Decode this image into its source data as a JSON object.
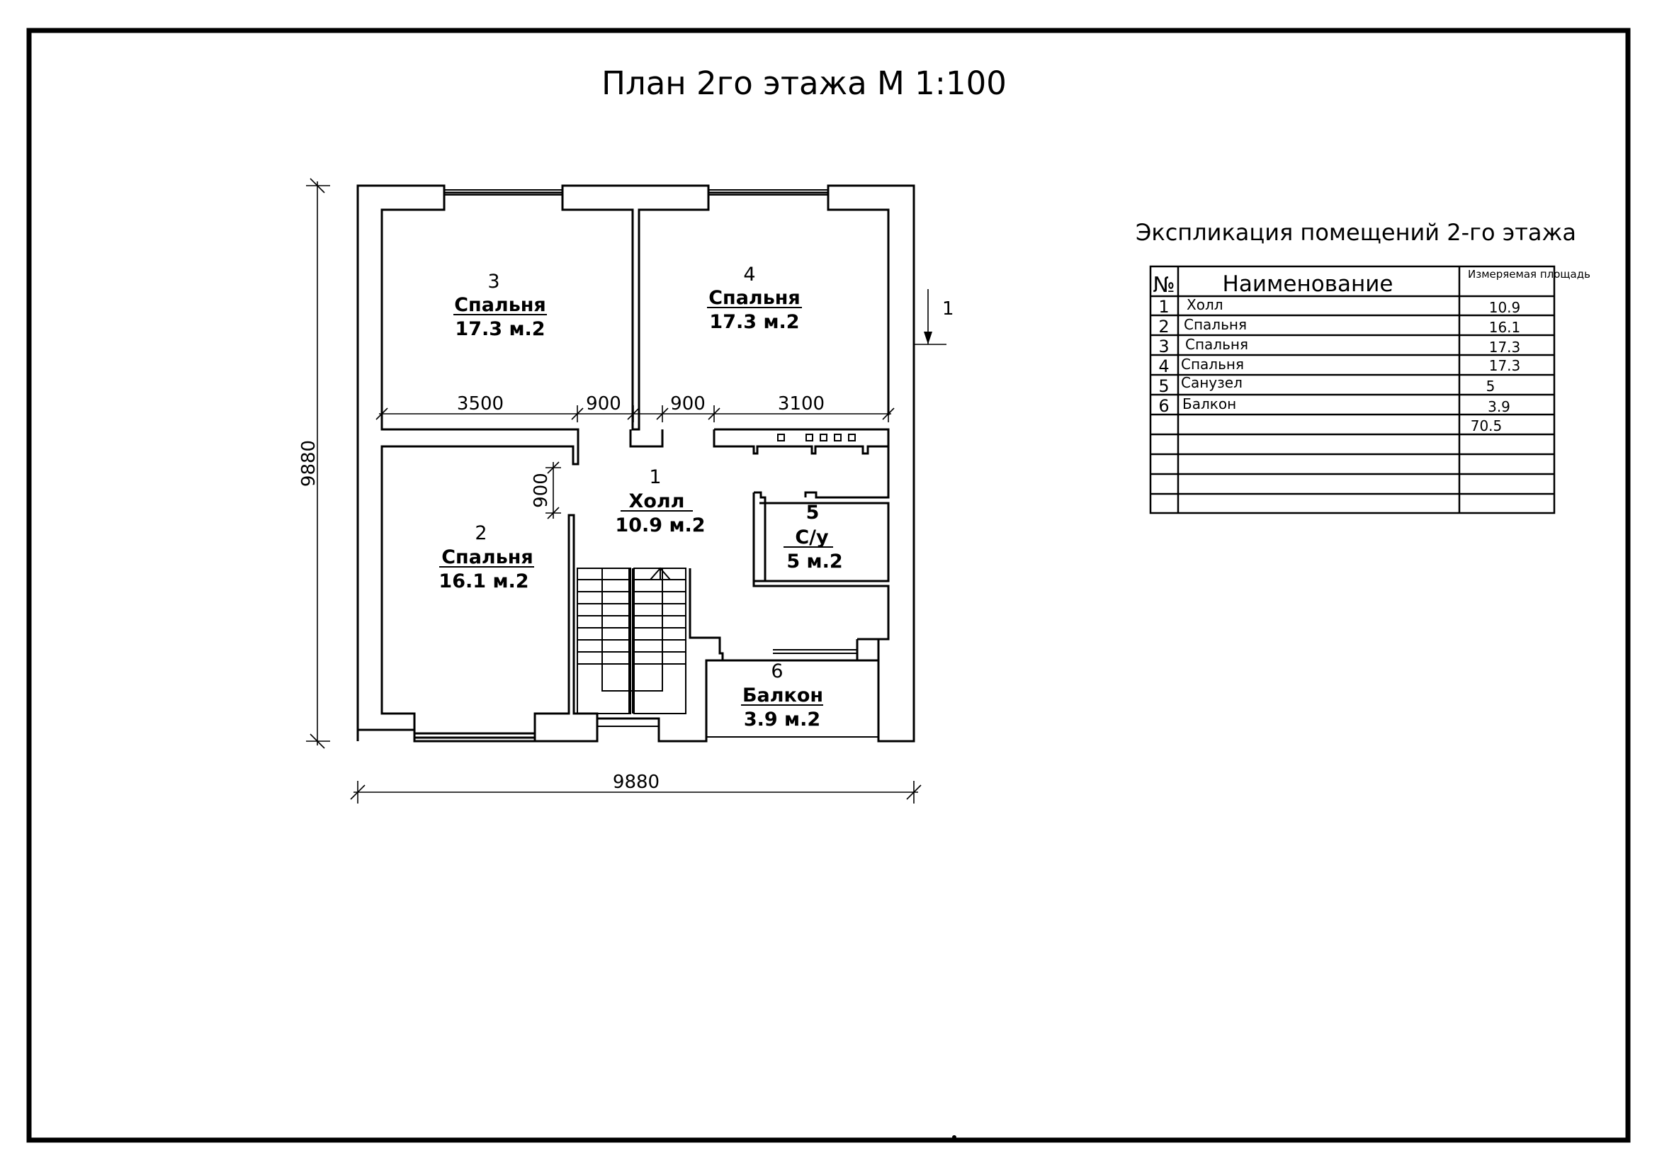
{
  "sheet": {
    "title": "План 2го этажа  М 1:100"
  },
  "plan": {
    "rooms": [
      {
        "number": "3",
        "name": "Спальня",
        "area": "17.3  м.2"
      },
      {
        "number": "4",
        "name": "Спальня",
        "area": "17.3  м.2"
      },
      {
        "number": "2",
        "name": "Спальня",
        "area": "16.1 м.2"
      },
      {
        "number": "1",
        "name": "Холл",
        "area": "10.9 м.2"
      },
      {
        "number": "5",
        "name": "С/у",
        "area": "5 м.2"
      },
      {
        "number": "6",
        "name": "Балкон",
        "area": "3.9 м.2"
      }
    ],
    "dimensions": {
      "overall_height": "9880",
      "overall_width": "9880",
      "room3_width": "3500",
      "door_left": "900",
      "door_right": "900",
      "room4_width": "3100",
      "door_vertical": "900"
    },
    "section_marker": "1"
  },
  "explication": {
    "title": "Экспликация помещений 2-го этажа",
    "headers": {
      "number": "№",
      "name": "Наименование",
      "area": "Измеряемая площадь"
    },
    "rows": [
      {
        "number": "1",
        "name": "Холл",
        "area": "10.9"
      },
      {
        "number": "2",
        "name": "Спальня",
        "area": "16.1"
      },
      {
        "number": "3",
        "name": "Спальня",
        "area": "17.3"
      },
      {
        "number": "4",
        "name": "Спальня",
        "area": "17.3"
      },
      {
        "number": "5",
        "name": "Санузел",
        "area": "5"
      },
      {
        "number": "6",
        "name": "Балкон",
        "area": "3.9"
      }
    ],
    "total": "70.5"
  }
}
